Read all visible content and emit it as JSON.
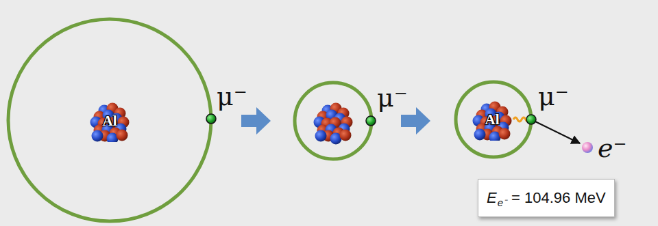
{
  "diagram": {
    "nodes": [
      {
        "text": [
          "Al"
        ]
      },
      {
        "text": [
          "Al"
        ]
      },
      {
        "text": [
          "E",
          "e⁻",
          "= 104.96 MeV"
        ]
      }
    ],
    "labels": [
      "μ⁻",
      "μ⁻",
      "μ⁻",
      "e⁻"
    ]
  }
}
